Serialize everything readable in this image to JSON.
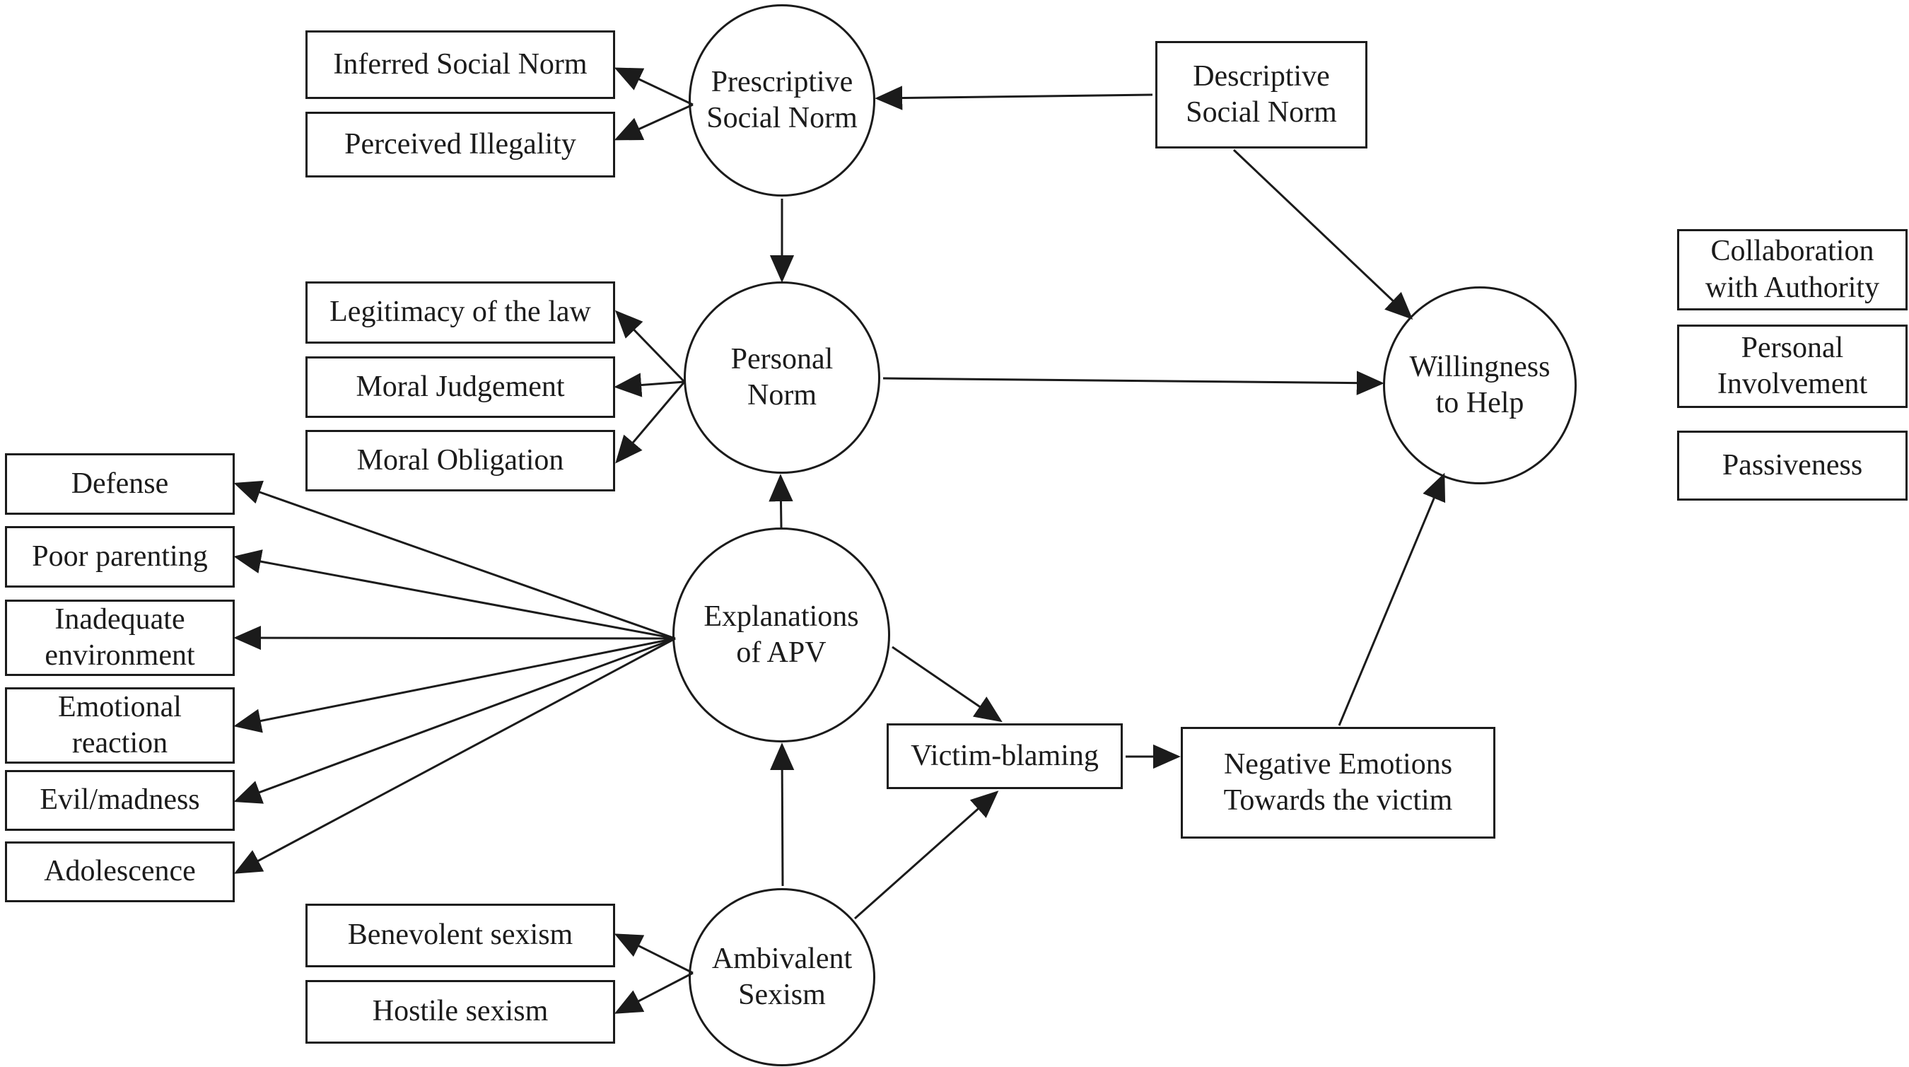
{
  "diagram": {
    "description": "Path model of predictors of willingness to help in APV (adolescent-to-parent violence) situations",
    "colors": {
      "background": "#ffffff",
      "stroke": "#1b1b1b",
      "text": "#1b1b1b"
    },
    "nodes": {
      "prescriptive_social_norm": {
        "label": "Prescriptive\nSocial Norm",
        "shape": "ellipse"
      },
      "descriptive_social_norm": {
        "label": "Descriptive\nSocial Norm",
        "shape": "rect"
      },
      "inferred_social_norm": {
        "label": "Inferred Social Norm",
        "shape": "rect"
      },
      "perceived_illegality": {
        "label": "Perceived Illegality",
        "shape": "rect"
      },
      "personal_norm": {
        "label": "Personal\nNorm",
        "shape": "ellipse"
      },
      "legitimacy_of_the_law": {
        "label": "Legitimacy of the law",
        "shape": "rect"
      },
      "moral_judgement": {
        "label": "Moral Judgement",
        "shape": "rect"
      },
      "moral_obligation": {
        "label": "Moral Obligation",
        "shape": "rect"
      },
      "explanations_of_apv": {
        "label": "Explanations\nof APV",
        "shape": "ellipse"
      },
      "defense": {
        "label": "Defense",
        "shape": "rect"
      },
      "poor_parenting": {
        "label": "Poor parenting",
        "shape": "rect"
      },
      "inadequate_environment": {
        "label": "Inadequate\nenvironment",
        "shape": "rect"
      },
      "emotional_reaction": {
        "label": "Emotional\nreaction",
        "shape": "rect"
      },
      "evil_madness": {
        "label": "Evil/madness",
        "shape": "rect"
      },
      "adolescence": {
        "label": "Adolescence",
        "shape": "rect"
      },
      "ambivalent_sexism": {
        "label": "Ambivalent\nSexism",
        "shape": "ellipse"
      },
      "benevolent_sexism": {
        "label": "Benevolent sexism",
        "shape": "rect"
      },
      "hostile_sexism": {
        "label": "Hostile sexism",
        "shape": "rect"
      },
      "victim_blaming": {
        "label": "Victim-blaming",
        "shape": "rect"
      },
      "negative_emotions": {
        "label": "Negative Emotions\nTowards the victim",
        "shape": "rect"
      },
      "willingness_to_help": {
        "label": "Willingness\nto Help",
        "shape": "ellipse"
      },
      "collaboration_with_authority": {
        "label": "Collaboration\nwith Authority",
        "shape": "rect"
      },
      "personal_involvement": {
        "label": "Personal\nInvolvement",
        "shape": "rect"
      },
      "passiveness": {
        "label": "Passiveness",
        "shape": "rect"
      }
    },
    "edges": [
      {
        "from": "prescriptive_social_norm",
        "to": "inferred_social_norm"
      },
      {
        "from": "prescriptive_social_norm",
        "to": "perceived_illegality"
      },
      {
        "from": "descriptive_social_norm",
        "to": "prescriptive_social_norm"
      },
      {
        "from": "descriptive_social_norm",
        "to": "willingness_to_help"
      },
      {
        "from": "prescriptive_social_norm",
        "to": "personal_norm"
      },
      {
        "from": "personal_norm",
        "to": "legitimacy_of_the_law"
      },
      {
        "from": "personal_norm",
        "to": "moral_judgement"
      },
      {
        "from": "personal_norm",
        "to": "moral_obligation"
      },
      {
        "from": "personal_norm",
        "to": "willingness_to_help"
      },
      {
        "from": "explanations_of_apv",
        "to": "personal_norm"
      },
      {
        "from": "explanations_of_apv",
        "to": "defense"
      },
      {
        "from": "explanations_of_apv",
        "to": "poor_parenting"
      },
      {
        "from": "explanations_of_apv",
        "to": "inadequate_environment"
      },
      {
        "from": "explanations_of_apv",
        "to": "emotional_reaction"
      },
      {
        "from": "explanations_of_apv",
        "to": "evil_madness"
      },
      {
        "from": "explanations_of_apv",
        "to": "adolescence"
      },
      {
        "from": "explanations_of_apv",
        "to": "victim_blaming"
      },
      {
        "from": "victim_blaming",
        "to": "negative_emotions"
      },
      {
        "from": "negative_emotions",
        "to": "willingness_to_help"
      },
      {
        "from": "ambivalent_sexism",
        "to": "explanations_of_apv"
      },
      {
        "from": "ambivalent_sexism",
        "to": "victim_blaming"
      },
      {
        "from": "ambivalent_sexism",
        "to": "benevolent_sexism"
      },
      {
        "from": "ambivalent_sexism",
        "to": "hostile_sexism"
      }
    ]
  }
}
